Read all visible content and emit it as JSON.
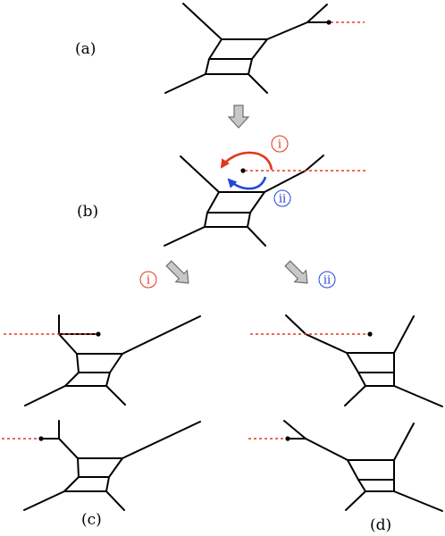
{
  "labels": {
    "a": "(a)",
    "b": "(b)",
    "c": "(c)",
    "d": "(d)"
  },
  "markers": {
    "i": "i",
    "ii": "ii"
  },
  "colors": {
    "edge": "#000000",
    "cut": "#e23a1f",
    "marker_i": "#e2361c",
    "marker_ii": "#2446d8",
    "arrow_fill": "#c8c8c8",
    "arrow_stroke": "#6e6e6e"
  }
}
